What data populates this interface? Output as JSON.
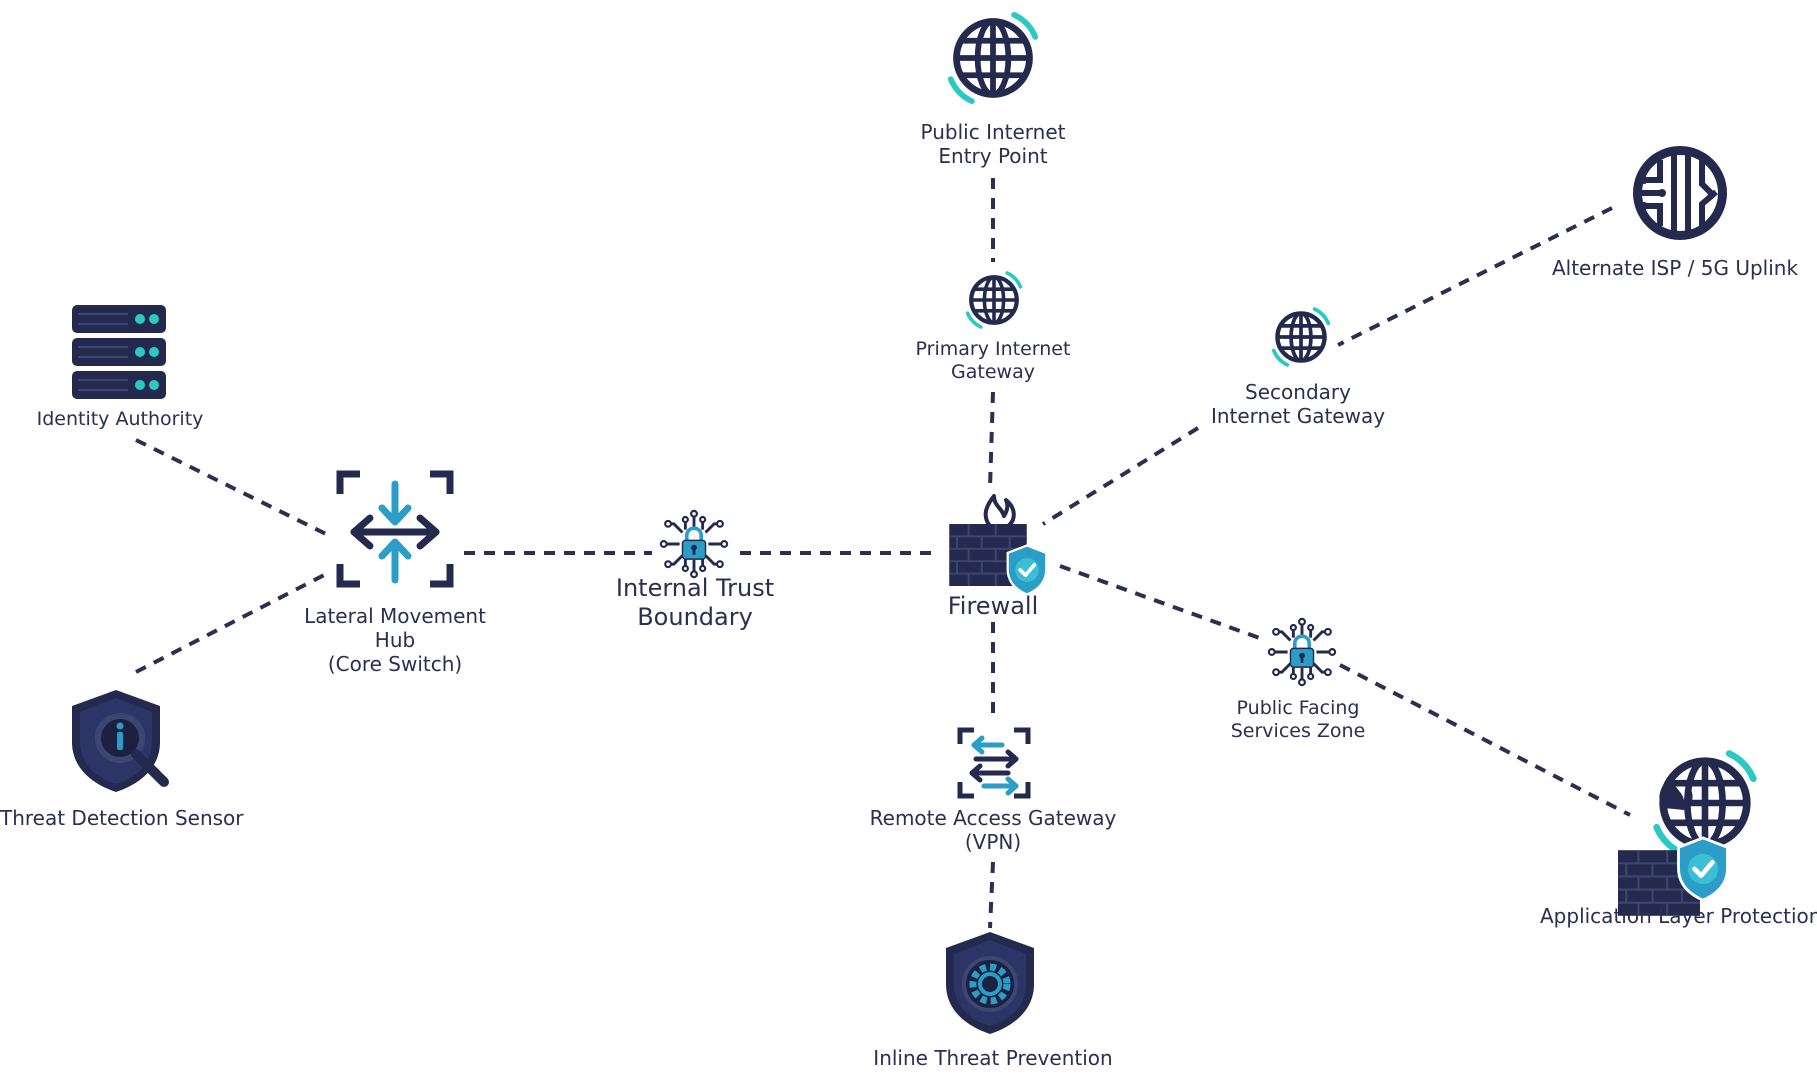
{
  "colors": {
    "navy": "#232a4d",
    "teal": "#2cc9c2",
    "blue": "#2a9ec7",
    "line": "#2b2f52"
  },
  "nodes": {
    "public_internet": {
      "label": [
        "Public Internet",
        "Entry Point"
      ],
      "icon": "globe-icon"
    },
    "primary_gateway": {
      "label": [
        "Primary Internet",
        "Gateway"
      ],
      "icon": "globe-icon"
    },
    "alternate_isp": {
      "label": [
        "Alternate ISP / 5G Uplink"
      ],
      "icon": "circuit-globe-icon"
    },
    "secondary_gateway": {
      "label": [
        "Secondary",
        "Internet Gateway"
      ],
      "icon": "globe-icon"
    },
    "identity_authority": {
      "label": [
        "Identity Authority"
      ],
      "icon": "server-icon"
    },
    "lateral_hub": {
      "label": [
        "Lateral Movement",
        "Hub",
        "(Core Switch)"
      ],
      "icon": "core-switch-icon"
    },
    "internal_boundary": {
      "label": [
        "Internal Trust",
        "Boundary"
      ],
      "icon": "network-lock-icon"
    },
    "firewall": {
      "label": [
        "Firewall"
      ],
      "icon": "firewall-icon"
    },
    "public_zone": {
      "label": [
        "Public Facing",
        "Services Zone"
      ],
      "icon": "network-lock-icon"
    },
    "threat_sensor": {
      "label": [
        "Threat Detection Sensor"
      ],
      "icon": "shield-search-icon"
    },
    "vpn": {
      "label": [
        "Remote Access Gateway",
        "(VPN)"
      ],
      "icon": "vpn-arrows-icon"
    },
    "inline_prevention": {
      "label": [
        "Inline Threat Prevention"
      ],
      "icon": "shield-gear-icon"
    },
    "app_protection": {
      "label": [
        "Application Layer Protection"
      ],
      "icon": "waf-icon"
    }
  }
}
